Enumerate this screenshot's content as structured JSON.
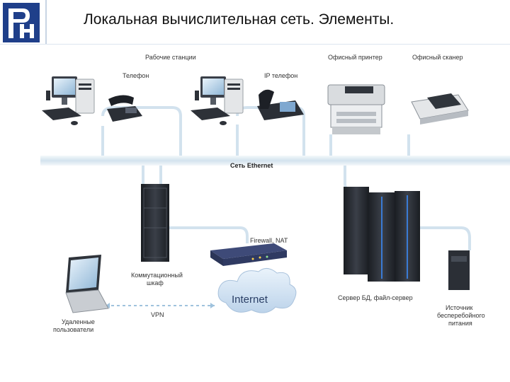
{
  "header": {
    "title": "Локальная вычислительная сеть. Элементы."
  },
  "diagram": {
    "labels": {
      "workstations": "Рабочие станции",
      "phone": "Телефон",
      "ip_phone": "IP телефон",
      "office_printer": "Офисный принтер",
      "office_scanner": "Офисный сканер",
      "ethernet": "Сеть Ethernet",
      "firewall": "Firewall, NAT",
      "switch_cabinet_1": "Коммутационный",
      "switch_cabinet_2": "шкаф",
      "internet": "Internet",
      "vpn": "VPN",
      "remote_users_1": "Удаленные",
      "remote_users_2": "пользователи",
      "db_server": "Сервер БД, файл-сервер",
      "ups_1": "Источник",
      "ups_2": "бесперебойного",
      "ups_3": "питания"
    },
    "colors": {
      "bus": "#cfe0ec",
      "connector": "#d2e2ee",
      "device_dark": "#2b2f36",
      "device_light": "#e6e8ea",
      "cloud": "#cfe0f2"
    }
  }
}
